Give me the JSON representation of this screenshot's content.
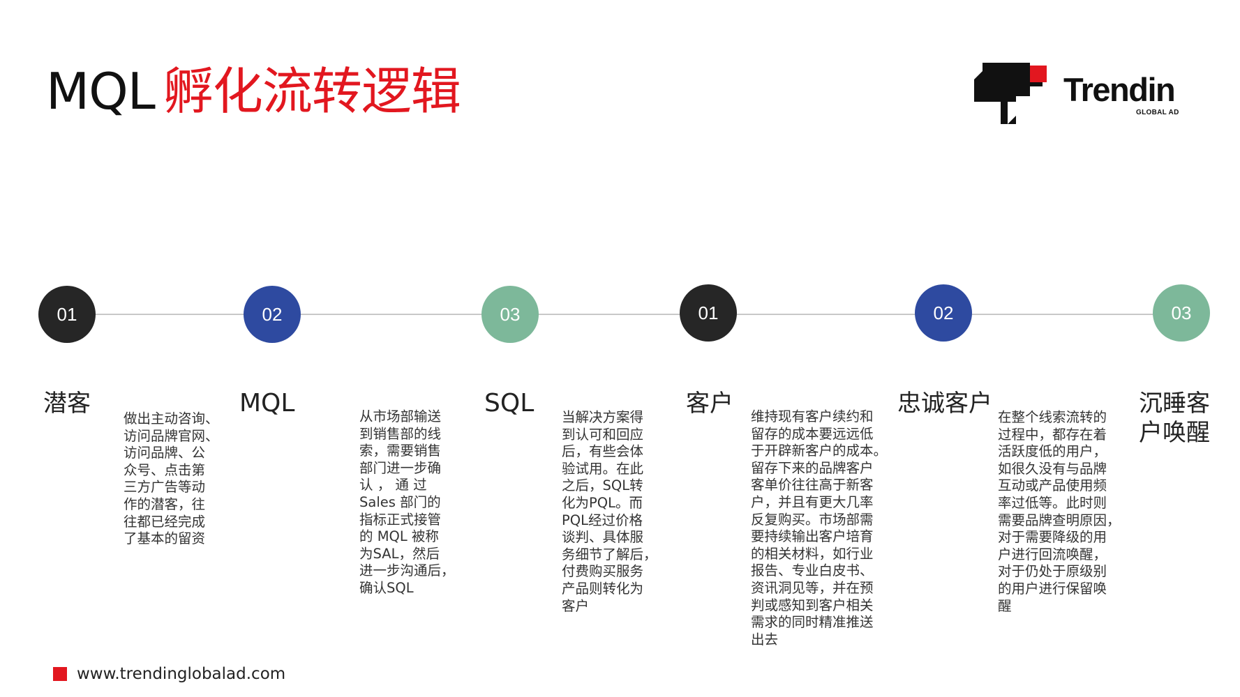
{
  "title": {
    "prefix": "MQL",
    "main": "孵化流转逻辑"
  },
  "logo": {
    "wordmark": "Trendin",
    "sub": "GLOBAL AD"
  },
  "colors": {
    "brand_red": "#e2171f",
    "node_dark": "#262626",
    "node_blue": "#2e4aa0",
    "node_green": "#7db89a",
    "line": "#c8c8c8"
  },
  "timeline": [
    {
      "number": "01",
      "label": "潜客",
      "description": "做出主动咨询、\n访问品牌官网、\n访问品牌、公\n众号、点击第\n三方广告等动\n作的潜客，往\n往都已经完成\n了基本的留资"
    },
    {
      "number": "02",
      "label": "MQL",
      "description": "从市场部输送\n到销售部的线\n索，需要销售\n部门进一步确\n认   ，   通   过\nSales 部门的\n指标正式接管\n的 MQL 被称\n为SAL，然后\n进一步沟通后，\n确认SQL"
    },
    {
      "number": "03",
      "label": "SQL",
      "description": "当解决方案得\n到认可和回应\n后，有些会体\n验试用。在此\n之后，SQL转\n化为PQL。而\nPQL经过价格\n谈判、具体服\n务细节了解后，\n付费购买服务\n产品则转化为\n客户"
    },
    {
      "number": "01",
      "label": "客户",
      "description": "维持现有客户续约和\n留存的成本要远远低\n于开辟新客户的成本。\n留存下来的品牌客户\n客单价往往高于新客\n户，并且有更大几率\n反复购买。市场部需\n要持续输出客户培育\n的相关材料，如行业\n报告、专业白皮书、\n资讯洞见等，并在预\n判或感知到客户相关\n需求的同时精准推送\n出去"
    },
    {
      "number": "02",
      "label": "忠诚客户",
      "description": "在整个线索流转的\n过程中，都存在着\n活跃度低的用户，\n如很久没有与品牌\n互动或产品使用频\n率过低等。此时则\n需要品牌查明原因，\n对于需要降级的用\n户进行回流唤醒，\n对于仍处于原级别\n的用户进行保留唤\n醒"
    },
    {
      "number": "03",
      "label": "沉睡客\n户唤醒"
    }
  ],
  "footer": {
    "url": "www.trendinglobalad.com"
  }
}
